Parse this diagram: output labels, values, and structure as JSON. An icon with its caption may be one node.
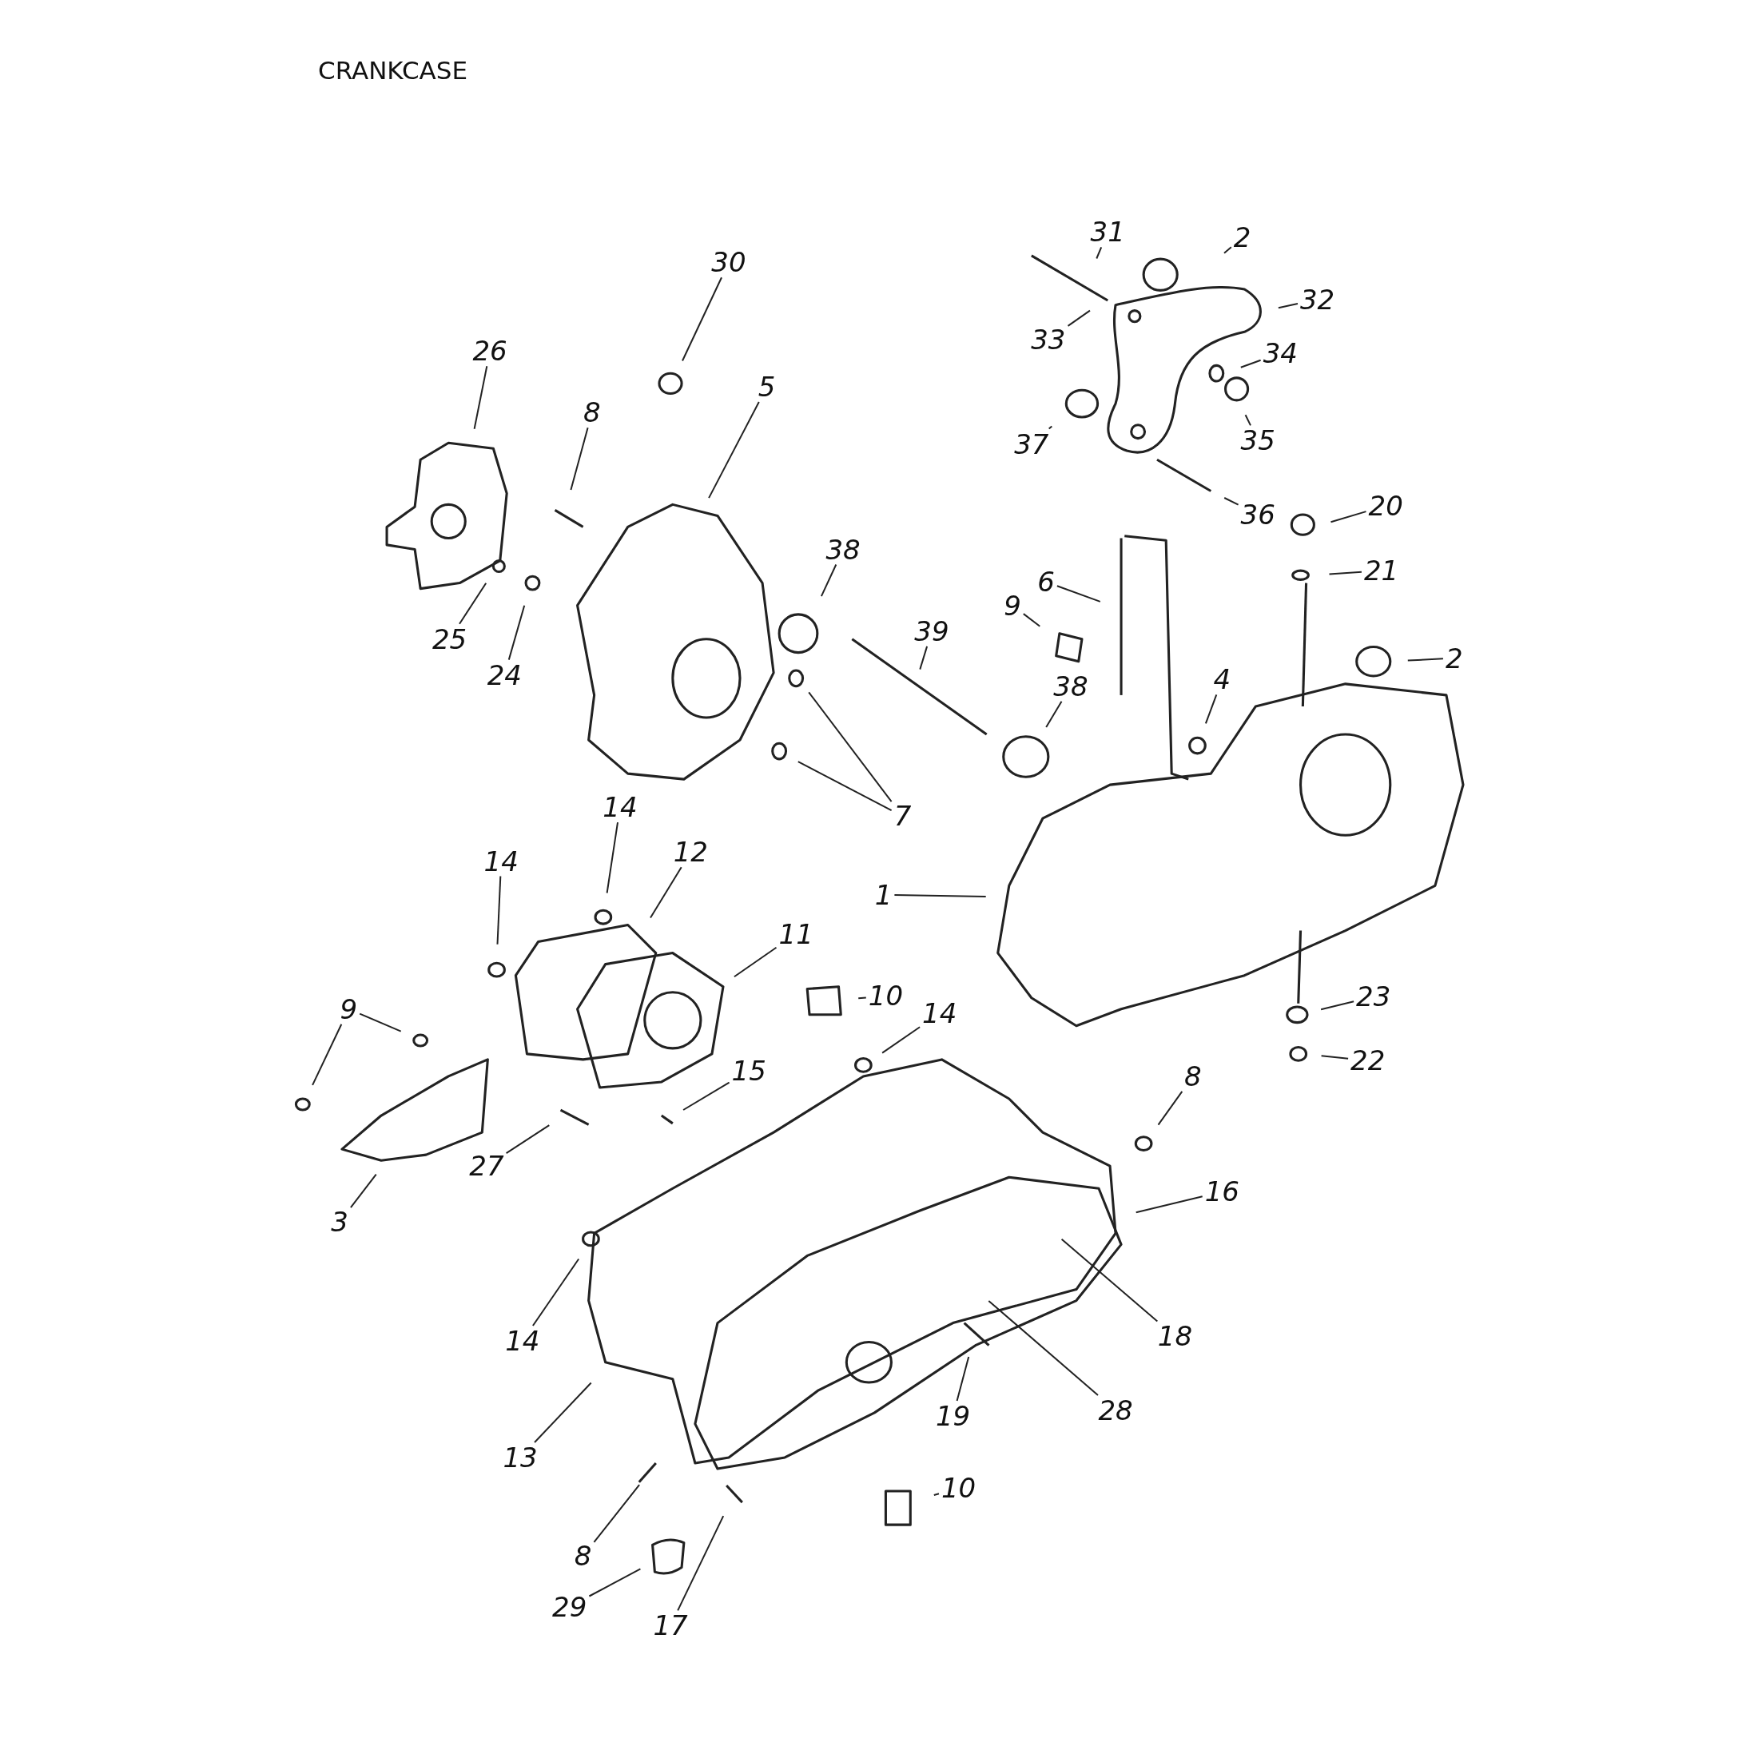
{
  "diagram": {
    "title": "CRANKCASE",
    "nodes": [
      {
        "text": [
          "31"
        ]
      },
      {
        "text": [
          "2"
        ]
      },
      {
        "text": [
          "30"
        ]
      },
      {
        "text": [
          "32"
        ]
      },
      {
        "text": [
          "33"
        ]
      },
      {
        "text": [
          "26"
        ]
      },
      {
        "text": [
          "34"
        ]
      },
      {
        "text": [
          "5"
        ]
      },
      {
        "text": [
          "8"
        ]
      },
      {
        "text": [
          "35"
        ]
      },
      {
        "text": [
          "37"
        ]
      },
      {
        "text": [
          "20"
        ]
      },
      {
        "text": [
          "36"
        ]
      },
      {
        "text": [
          "38"
        ]
      },
      {
        "text": [
          "21"
        ]
      },
      {
        "text": [
          "6"
        ]
      },
      {
        "text": [
          "9"
        ]
      },
      {
        "text": [
          "39"
        ]
      },
      {
        "text": [
          "25"
        ]
      },
      {
        "text": [
          "2"
        ]
      },
      {
        "text": [
          "24"
        ]
      },
      {
        "text": [
          "4"
        ]
      },
      {
        "text": [
          "38"
        ]
      },
      {
        "text": [
          "14"
        ]
      },
      {
        "text": [
          "7"
        ]
      },
      {
        "text": [
          "12"
        ]
      },
      {
        "text": [
          "14"
        ]
      },
      {
        "text": [
          "1"
        ]
      },
      {
        "text": [
          "11"
        ]
      },
      {
        "text": [
          "10"
        ]
      },
      {
        "text": [
          "23"
        ]
      },
      {
        "text": [
          "9"
        ]
      },
      {
        "text": [
          "14"
        ]
      },
      {
        "text": [
          "22"
        ]
      },
      {
        "text": [
          "15"
        ]
      },
      {
        "text": [
          "8"
        ]
      },
      {
        "text": [
          "27"
        ]
      },
      {
        "text": [
          "16"
        ]
      },
      {
        "text": [
          "3"
        ]
      },
      {
        "text": [
          "14"
        ]
      },
      {
        "text": [
          "18"
        ]
      },
      {
        "text": [
          "28"
        ]
      },
      {
        "text": [
          "19"
        ]
      },
      {
        "text": [
          "13"
        ]
      },
      {
        "text": [
          "10"
        ]
      },
      {
        "text": [
          "8"
        ]
      },
      {
        "text": [
          "29"
        ]
      },
      {
        "text": [
          "17"
        ]
      }
    ],
    "edges": [
      {
        "from": 0,
        "to": null,
        "arrow": "none"
      },
      {
        "from": 1,
        "to": null,
        "arrow": "none"
      },
      {
        "from": 2,
        "to": null,
        "arrow": "none"
      },
      {
        "from": 3,
        "to": null,
        "arrow": "none"
      },
      {
        "from": 4,
        "to": null,
        "arrow": "none"
      },
      {
        "from": 5,
        "to": null,
        "arrow": "none"
      },
      {
        "from": 6,
        "to": null,
        "arrow": "none"
      },
      {
        "from": 7,
        "to": null,
        "arrow": "none"
      },
      {
        "from": 8,
        "to": null,
        "arrow": "none"
      },
      {
        "from": 9,
        "to": null,
        "arrow": "none"
      },
      {
        "from": 10,
        "to": null,
        "arrow": "none"
      },
      {
        "from": 11,
        "to": null,
        "arrow": "none"
      },
      {
        "from": 12,
        "to": null,
        "arrow": "none"
      },
      {
        "from": 13,
        "to": null,
        "arrow": "none"
      },
      {
        "from": 14,
        "to": null,
        "arrow": "none"
      },
      {
        "from": 15,
        "to": null,
        "arrow": "none"
      },
      {
        "from": 16,
        "to": null,
        "arrow": "none"
      },
      {
        "from": 17,
        "to": null,
        "arrow": "none"
      },
      {
        "from": 18,
        "to": null,
        "arrow": "none"
      },
      {
        "from": 19,
        "to": null,
        "arrow": "none"
      },
      {
        "from": 20,
        "to": null,
        "arrow": "none"
      },
      {
        "from": 21,
        "to": null,
        "arrow": "none"
      },
      {
        "from": 22,
        "to": null,
        "arrow": "none"
      },
      {
        "from": 23,
        "to": null,
        "arrow": "none"
      },
      {
        "from": 24,
        "to": null,
        "arrow": "none"
      },
      {
        "from": 24,
        "to": null,
        "arrow": "none"
      },
      {
        "from": 25,
        "to": null,
        "arrow": "none"
      },
      {
        "from": 26,
        "to": null,
        "arrow": "none"
      },
      {
        "from": 27,
        "to": null,
        "arrow": "none"
      },
      {
        "from": 28,
        "to": null,
        "arrow": "none"
      },
      {
        "from": 29,
        "to": null,
        "arrow": "none"
      },
      {
        "from": 30,
        "to": null,
        "arrow": "none"
      },
      {
        "from": 31,
        "to": null,
        "arrow": "none"
      },
      {
        "from": 31,
        "to": null,
        "arrow": "none"
      },
      {
        "from": 32,
        "to": null,
        "arrow": "none"
      },
      {
        "from": 33,
        "to": null,
        "arrow": "none"
      },
      {
        "from": 34,
        "to": null,
        "arrow": "none"
      },
      {
        "from": 35,
        "to": null,
        "arrow": "none"
      },
      {
        "from": 36,
        "to": null,
        "arrow": "none"
      },
      {
        "from": 37,
        "to": null,
        "arrow": "none"
      },
      {
        "from": 38,
        "to": null,
        "arrow": "none"
      },
      {
        "from": 39,
        "to": null,
        "arrow": "none"
      },
      {
        "from": 40,
        "to": null,
        "arrow": "none"
      },
      {
        "from": 41,
        "to": null,
        "arrow": "none"
      },
      {
        "from": 42,
        "to": null,
        "arrow": "none"
      },
      {
        "from": 43,
        "to": null,
        "arrow": "none"
      },
      {
        "from": 44,
        "to": null,
        "arrow": "none"
      },
      {
        "from": 45,
        "to": null,
        "arrow": "none"
      },
      {
        "from": 46,
        "to": null,
        "arrow": "none"
      },
      {
        "from": 47,
        "to": null,
        "arrow": "none"
      }
    ]
  }
}
